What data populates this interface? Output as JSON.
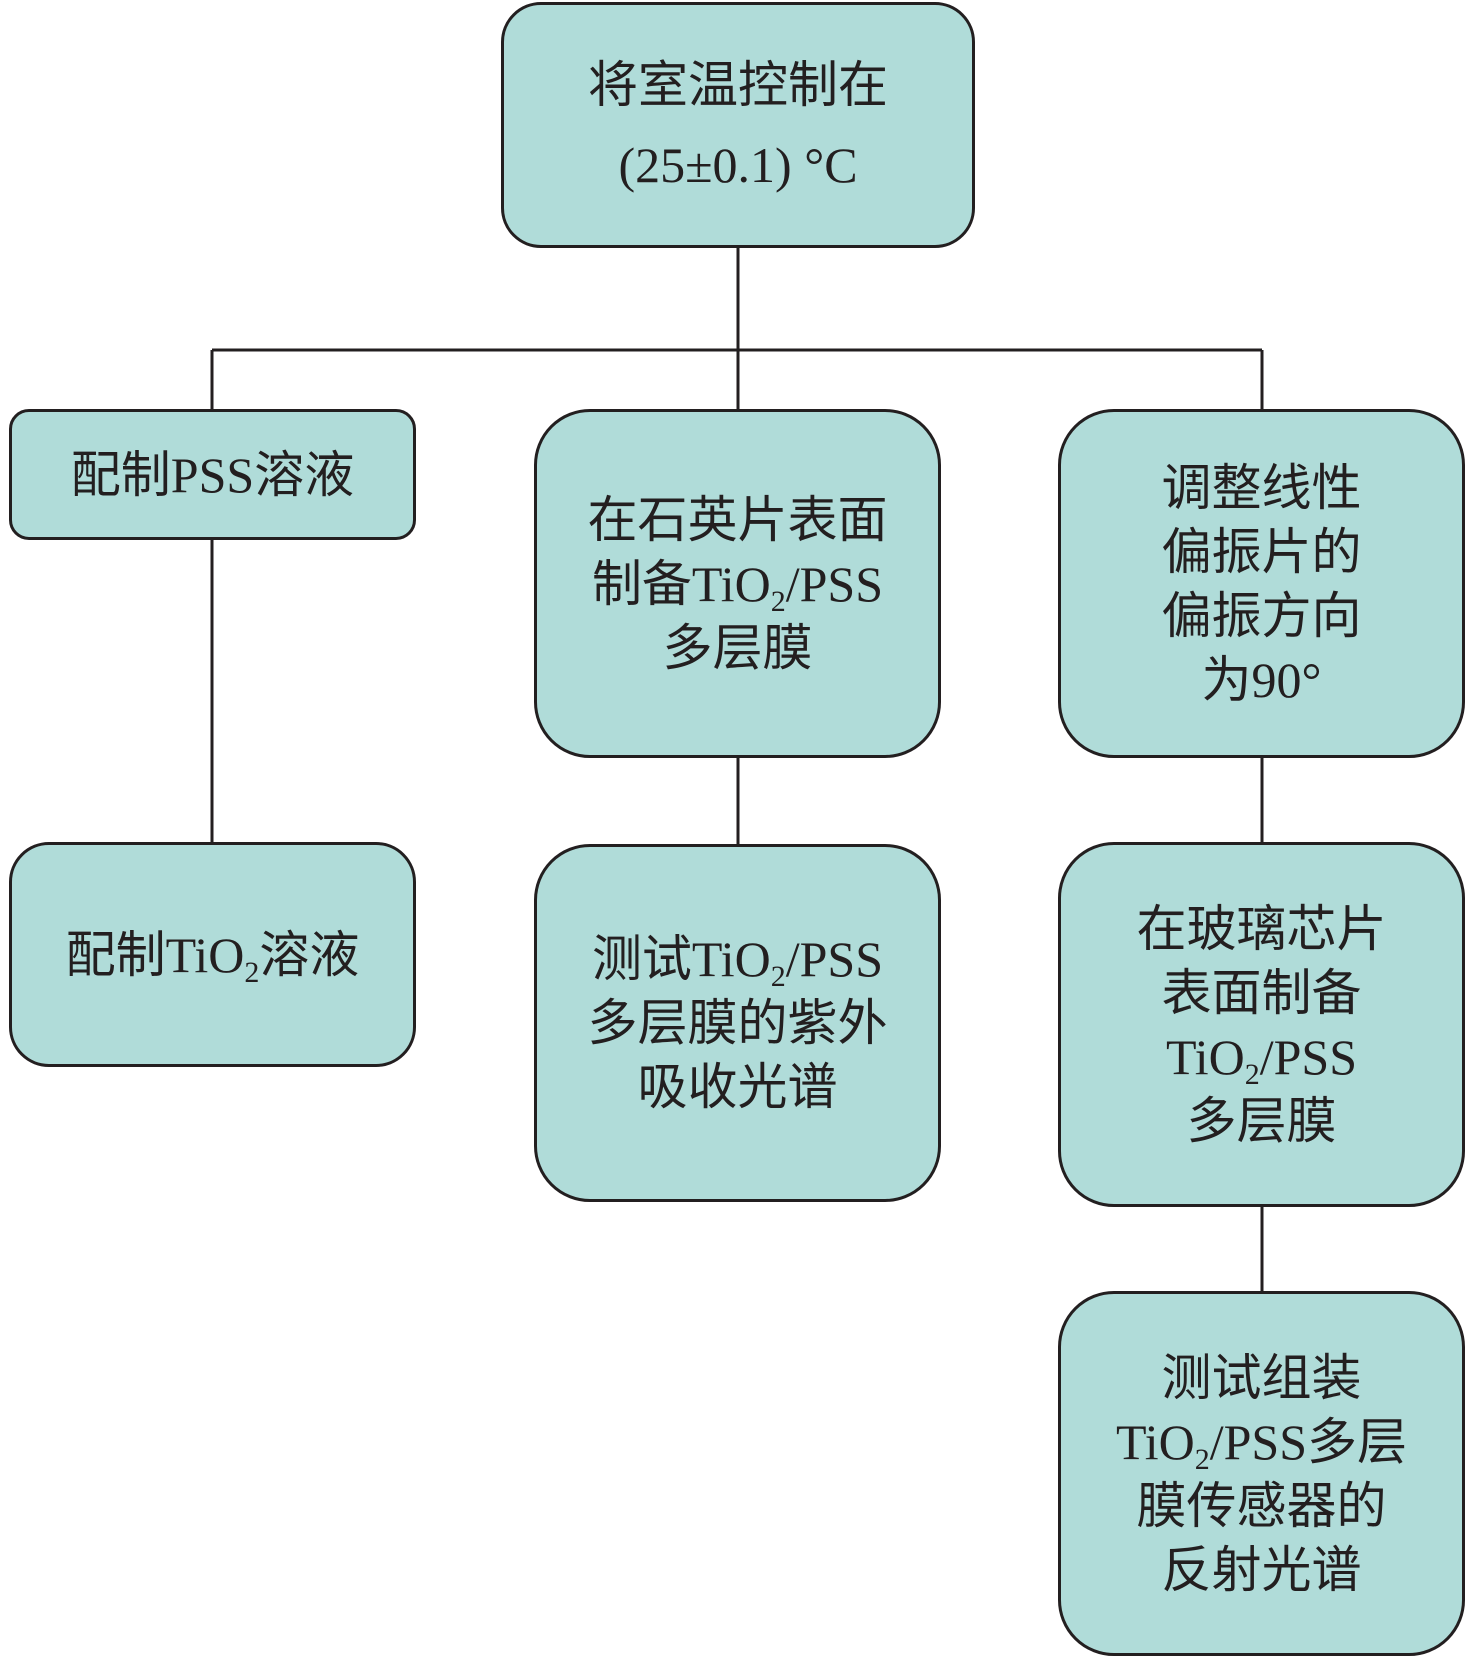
{
  "diagram": {
    "type": "flowchart",
    "colors": {
      "box_fill": "#b0dcd9",
      "box_border": "#231f20",
      "line": "#231f20",
      "text": "#231f20"
    },
    "nodes": {
      "top": {
        "lines": [
          {
            "text": "将室温控制在"
          },
          {
            "text": "(25±0.1) °C"
          }
        ]
      },
      "pss": {
        "lines": [
          {
            "text": "配制PSS溶液"
          }
        ]
      },
      "quartz": {
        "lines": [
          {
            "text": "在石英片表面"
          },
          {
            "pre": "制备TiO",
            "sub": "2",
            "post": "/PSS"
          },
          {
            "text": "多层膜"
          }
        ]
      },
      "polar": {
        "lines": [
          {
            "text": "调整线性"
          },
          {
            "text": "偏振片的"
          },
          {
            "text": "偏振方向"
          },
          {
            "text": "为90°"
          }
        ]
      },
      "tio2": {
        "lines": [
          {
            "pre": "配制TiO",
            "sub": "2",
            "post": "溶液"
          }
        ]
      },
      "uv": {
        "lines": [
          {
            "pre": "测试TiO",
            "sub": "2",
            "post": "/PSS"
          },
          {
            "text": "多层膜的紫外"
          },
          {
            "text": "吸收光谱"
          }
        ]
      },
      "glass": {
        "lines": [
          {
            "text": "在玻璃芯片"
          },
          {
            "text": "表面制备"
          },
          {
            "pre": "TiO",
            "sub": "2",
            "post": "/PSS"
          },
          {
            "text": "多层膜"
          }
        ]
      },
      "refl": {
        "lines": [
          {
            "text": "测试组装"
          },
          {
            "pre": "TiO",
            "sub": "2",
            "post": "/PSS多层"
          },
          {
            "text": "膜传感器的"
          },
          {
            "text": "反射光谱"
          }
        ]
      }
    },
    "edges": [
      {
        "from": "top",
        "to": "pss"
      },
      {
        "from": "top",
        "to": "quartz"
      },
      {
        "from": "top",
        "to": "polar"
      },
      {
        "from": "pss",
        "to": "tio2"
      },
      {
        "from": "quartz",
        "to": "uv"
      },
      {
        "from": "polar",
        "to": "glass"
      },
      {
        "from": "glass",
        "to": "refl"
      }
    ]
  }
}
